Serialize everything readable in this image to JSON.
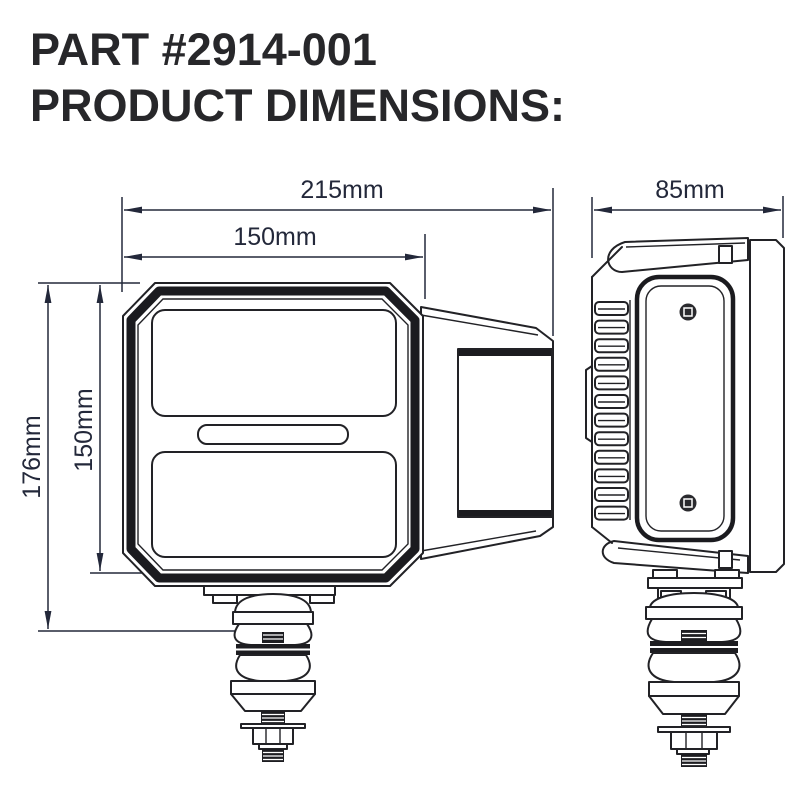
{
  "header": {
    "line1": "PART #2914-001",
    "line2": "PRODUCT DIMENSIONS:"
  },
  "front_view": {
    "label": "front view of lamp with side mounting bracket",
    "dimensions": {
      "total_width": "215mm",
      "housing_width": "150mm",
      "total_height": "176mm",
      "housing_height": "150mm"
    }
  },
  "side_view": {
    "label": "side profile view with heatsink fins and pedestal mount",
    "dimensions": {
      "depth": "85mm"
    }
  },
  "colors": {
    "background": "#ffffff",
    "line": "#222226",
    "title_text": "#27272a",
    "dimension_text": "#23283a"
  }
}
